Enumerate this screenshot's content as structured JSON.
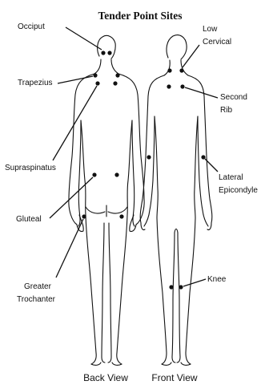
{
  "title": "Tender Point Sites",
  "labels": {
    "occiput": "Occiput",
    "trapezius": "Trapezius",
    "supraspinatus": "Supraspinatus",
    "gluteal": "Gluteal",
    "greater_trochanter_1": "Greater",
    "greater_trochanter_2": "Trochanter",
    "low_cervical_1": "Low",
    "low_cervical_2": "Cervical",
    "second_rib_1": "Second",
    "second_rib_2": "Rib",
    "lateral_epicondyle_1": "Lateral",
    "lateral_epicondyle_2": "Epicondyle",
    "knee": "Knee"
  },
  "views": {
    "back": "Back View",
    "front": "Front View"
  }
}
